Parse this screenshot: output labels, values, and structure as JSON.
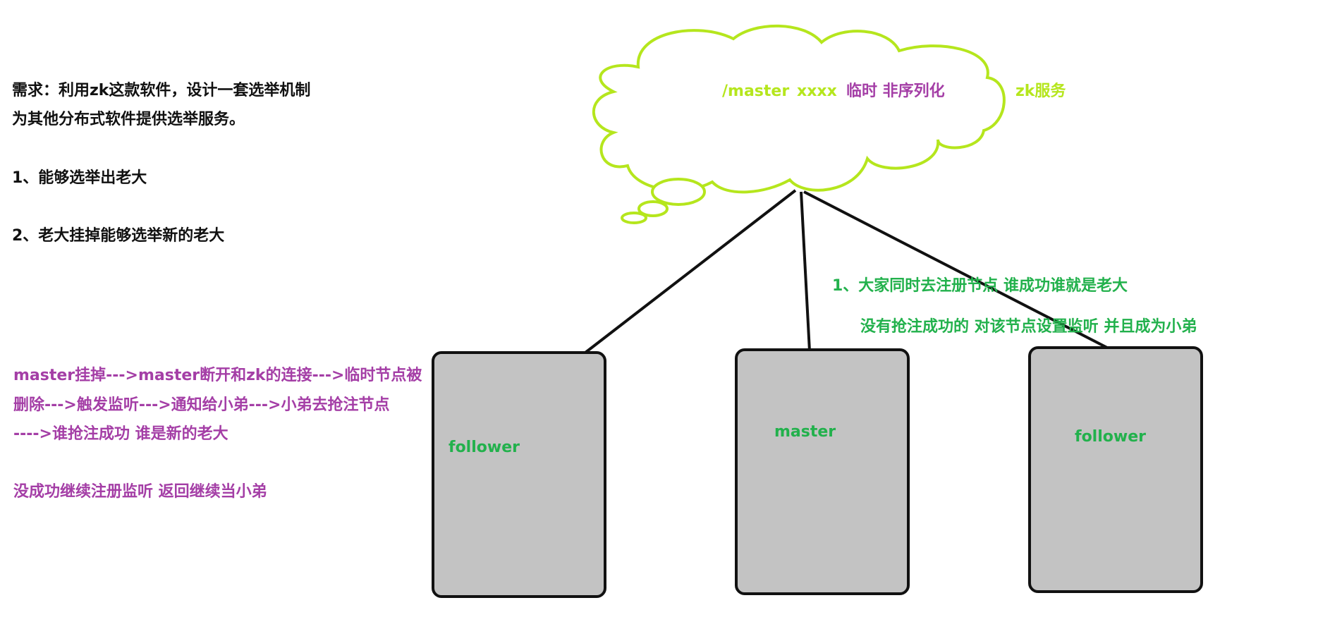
{
  "requirements": {
    "line1": "需求：利用zk这款软件，设计一套选举机制",
    "line2": "为其他分布式软件提供选举服务。",
    "item1": "1、能够选举出老大",
    "item2": "2、老大挂掉能够选举新的老大"
  },
  "failover": {
    "line1": "master挂掉--->master断开和zk的连接--->临时节点被",
    "line2": "删除--->触发监听--->通知给小弟--->小弟去抢注节点",
    "line3": "---->谁抢注成功 谁是新的老大",
    "line4": "没成功继续注册监听 返回继续当小弟"
  },
  "cloud": {
    "path": "/master",
    "value": "xxxx",
    "mode": "临时 非序列化",
    "service": "zk服务"
  },
  "registration": {
    "line1": "1、大家同时去注册节点 谁成功谁就是老大",
    "line2": "没有抢注成功的 对该节点设置监听   并且成为小弟"
  },
  "nodes": [
    {
      "label": "follower"
    },
    {
      "label": "master"
    },
    {
      "label": "follower"
    }
  ],
  "colors": {
    "cloud_outline": "#b5e61d",
    "node_fill": "#c3c3c3",
    "node_border": "#111111",
    "purple_text": "#a43ea6",
    "green_text": "#22b14c",
    "black_text": "#111111"
  }
}
